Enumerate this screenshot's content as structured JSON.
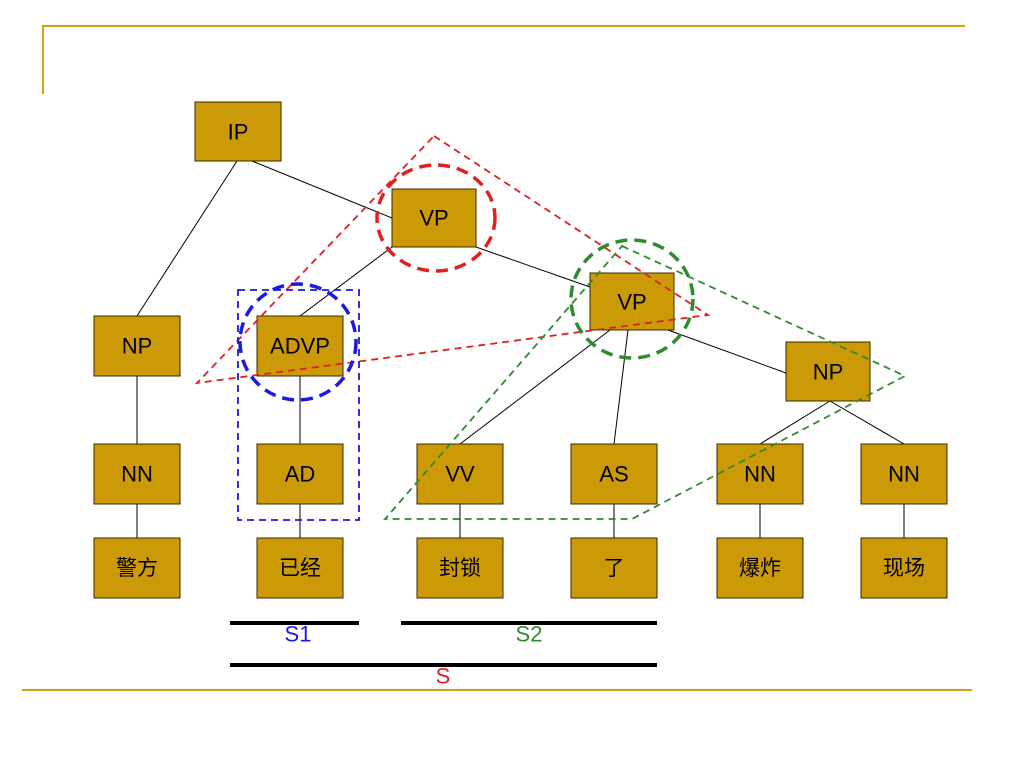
{
  "colors": {
    "node_fill": "#cc9a06",
    "frame": "#d4a017",
    "red": "#e02020",
    "blue": "#1a1ae0",
    "green": "#2e8b2e"
  },
  "tree": {
    "ip": "IP",
    "vp_top": "VP",
    "np_subject": "NP",
    "advp": "ADVP",
    "vp_inner": "VP",
    "np_object": "NP",
    "nn_1": "NN",
    "ad": "AD",
    "vv": "VV",
    "as": "AS",
    "nn_2": "NN",
    "nn_3": "NN"
  },
  "words": {
    "w1": "警方",
    "w2": "已经",
    "w3": "封锁",
    "w4": "了",
    "w5": "爆炸",
    "w6": "现场"
  },
  "spans": {
    "s1": "S1",
    "s2": "S2",
    "s": "S"
  }
}
